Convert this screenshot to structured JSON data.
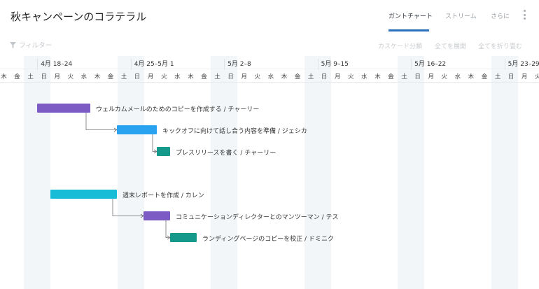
{
  "header": {
    "title": "秋キャンペーンのコラテラル",
    "tabs": [
      {
        "label": "ガントチャート",
        "active": true
      },
      {
        "label": "ストリーム",
        "active": false
      },
      {
        "label": "さらに",
        "active": false
      }
    ]
  },
  "toolbar": {
    "filter_label": "フィルター",
    "cascade_label": "カスケード分類",
    "expand_all_label": "全てを展開",
    "collapse_all_label": "全てを折り畳む"
  },
  "timeline": {
    "weeks": [
      "4月 18–24",
      "4月 25–5月 1",
      "5月 2–8",
      "5月 9–15",
      "5月 16–22",
      "5月 23–29"
    ],
    "days": [
      "木",
      "金",
      "土",
      "日",
      "月",
      "火",
      "水",
      "木",
      "金",
      "土",
      "日",
      "月",
      "火",
      "水",
      "木",
      "金",
      "土",
      "日",
      "月",
      "火",
      "水",
      "木",
      "金",
      "土",
      "日",
      "月",
      "火",
      "水",
      "木",
      "金",
      "土",
      "日",
      "月",
      "火",
      "水",
      "木",
      "金",
      "土",
      "日",
      "月",
      "火"
    ]
  },
  "tasks": [
    {
      "label": "ウェルカムメールのためのコピーを作成する / チャーリー",
      "color": "#7c5cc4"
    },
    {
      "label": "キックオフに向けて話し合う内容を準備 / ジェシカ",
      "color": "#29a3f0"
    },
    {
      "label": "プレスリリースを書く / チャーリー",
      "color": "#15998a"
    },
    {
      "label": "週末レポートを作成 / カレン",
      "color": "#19bcd6"
    },
    {
      "label": "コミュニケーションディレクターとのマンツーマン / テス",
      "color": "#7c5cc4"
    },
    {
      "label": "ランディングページのコピーを校正 / ドミニク",
      "color": "#15998a"
    }
  ]
}
